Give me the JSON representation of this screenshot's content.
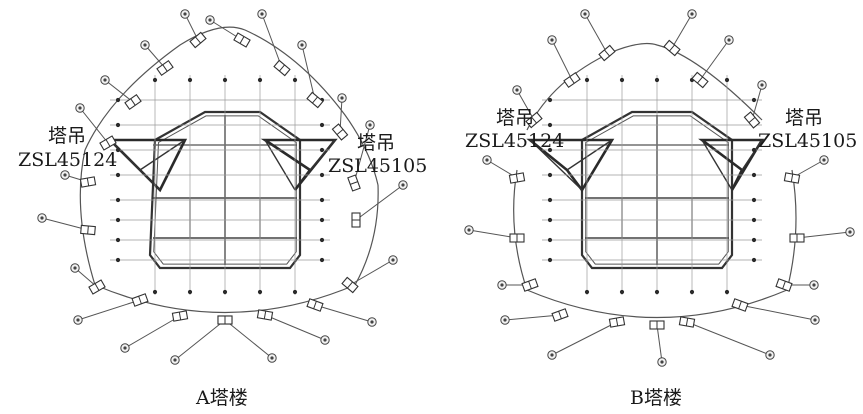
{
  "tower_a": {
    "crane_left": {
      "name": "塔吊",
      "model": "ZSL45124"
    },
    "crane_right": {
      "name": "塔吊",
      "model": "ZSL45105"
    },
    "caption": "A塔楼"
  },
  "tower_b": {
    "crane_left": {
      "name": "塔吊",
      "model": "ZSL45124"
    },
    "crane_right": {
      "name": "塔吊",
      "model": "ZSL45105"
    },
    "caption": "B塔楼"
  }
}
